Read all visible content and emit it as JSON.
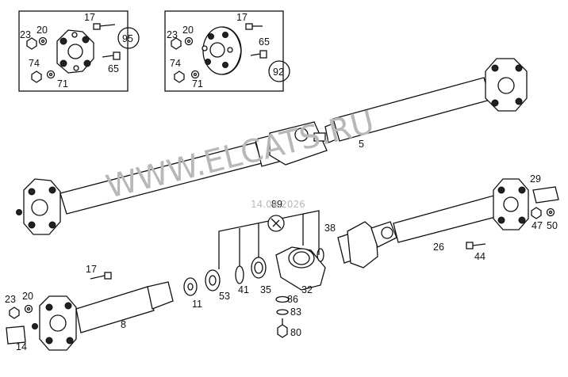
{
  "watermark": {
    "text": "WWW.ELCATS.RU",
    "date": "14.04.2026"
  },
  "insets": [
    {
      "ref": "95",
      "labels": [
        "17",
        "23",
        "20",
        "74",
        "71",
        "65"
      ]
    },
    {
      "ref": "92",
      "labels": [
        "17",
        "23",
        "20",
        "65",
        "74",
        "71"
      ]
    }
  ],
  "parts": {
    "p5": "5",
    "p8": "8",
    "p11": "11",
    "p14": "14",
    "p17": "17",
    "p20": "20",
    "p23": "23",
    "p26": "26",
    "p29": "29",
    "p32": "32",
    "p35": "35",
    "p38": "38",
    "p41": "41",
    "p44": "44",
    "p47": "47",
    "p50": "50",
    "p53": "53",
    "p80": "80",
    "p83": "83",
    "p86": "86",
    "p89": "89"
  }
}
